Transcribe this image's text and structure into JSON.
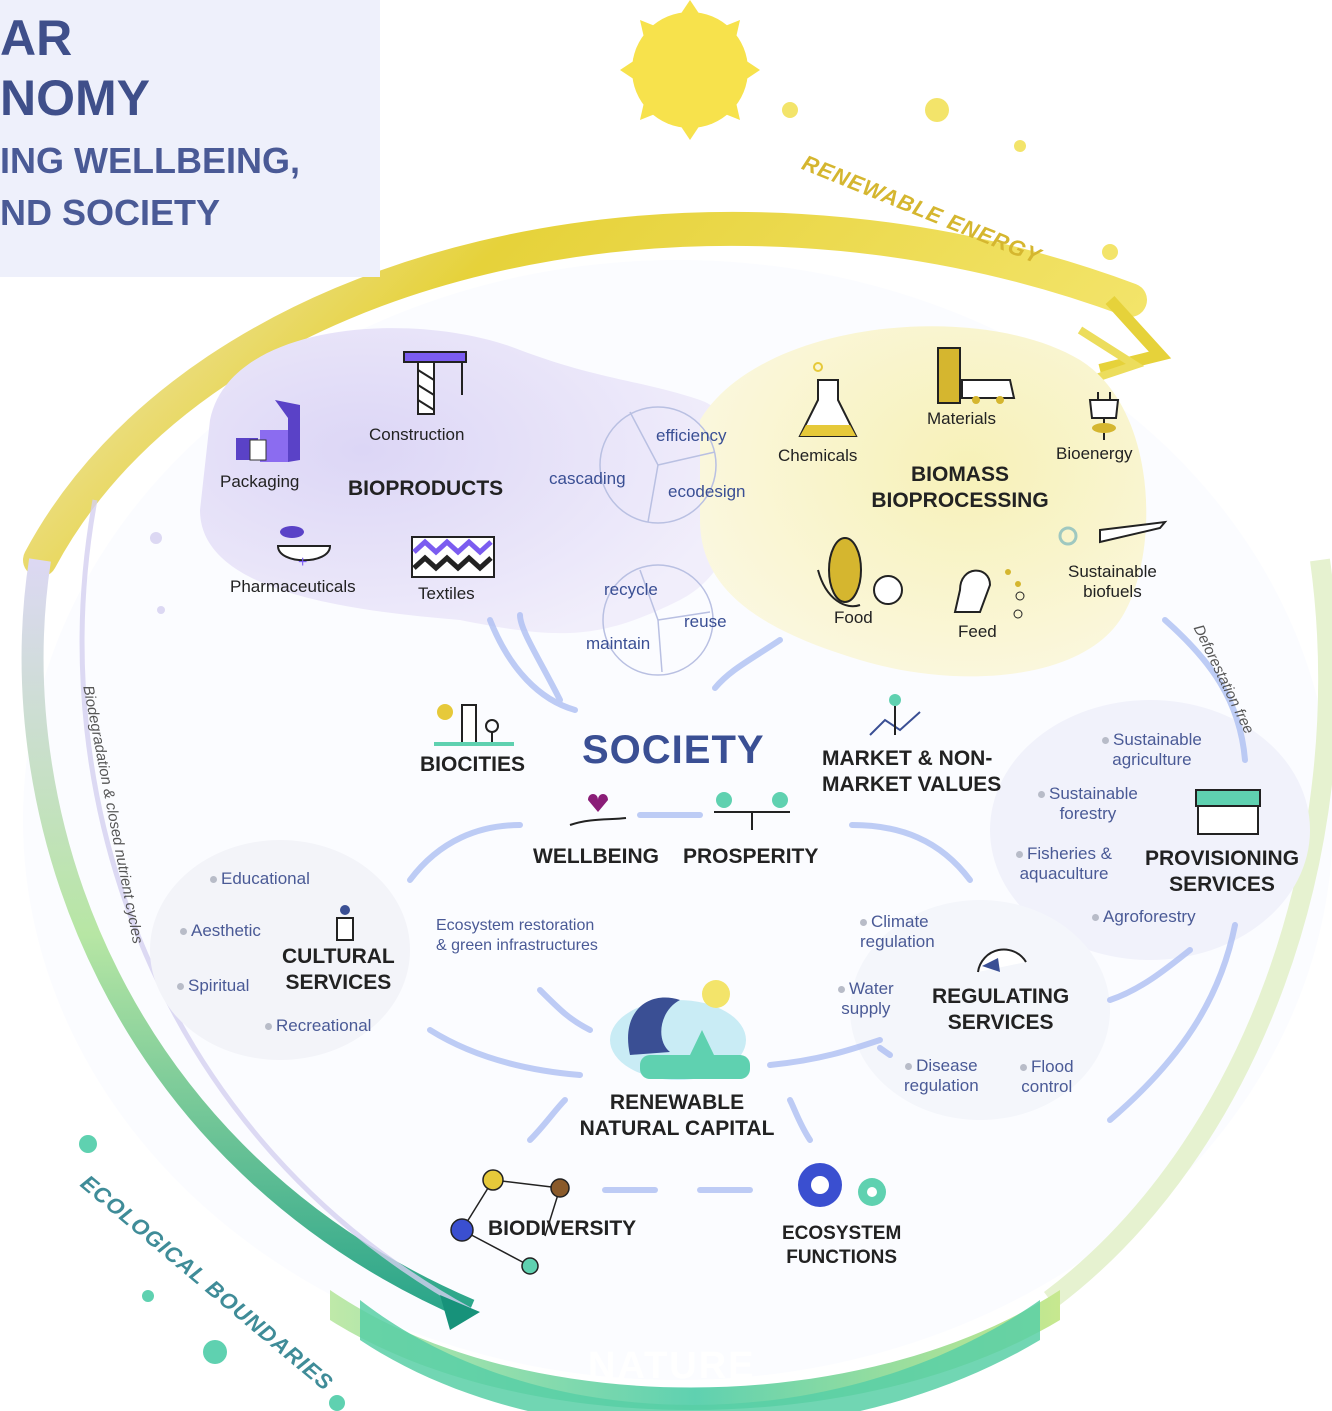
{
  "title": {
    "line1": "AR",
    "line2": "NOMY",
    "line3": "ING WELLBEING,",
    "line4": "ND SOCIETY"
  },
  "arcs": {
    "renewable_energy": "RENEWABLE ENERGY",
    "ecological_boundaries": "ECOLOGICAL BOUNDARIES",
    "biodegradation": "Biodegradation & closed nutrient cycles",
    "deforestation": "Deforestation free",
    "nature": "NATURE"
  },
  "bioproducts": {
    "header": "BIOPRODUCTS",
    "items": {
      "packaging": "Packaging",
      "construction": "Construction",
      "pharmaceuticals": "Pharmaceuticals",
      "textiles": "Textiles"
    }
  },
  "cycle_top": {
    "efficiency": "efficiency",
    "cascading": "cascading",
    "ecodesign": "ecodesign"
  },
  "cycle_mid": {
    "recycle": "recycle",
    "reuse": "reuse",
    "maintain": "maintain"
  },
  "biomass": {
    "header_line1": "BIOMASS",
    "header_line2": "BIOPROCESSING",
    "items": {
      "chemicals": "Chemicals",
      "materials": "Materials",
      "bioenergy": "Bioenergy",
      "biofuels_line1": "Sustainable",
      "biofuels_line2": "biofuels",
      "food": "Food",
      "feed": "Feed"
    }
  },
  "society": {
    "header": "SOCIETY",
    "biocities": "BIOCITIES",
    "wellbeing": "WELLBEING",
    "prosperity": "PROSPERITY",
    "market_line1": "MARKET & NON-",
    "market_line2": "MARKET VALUES"
  },
  "cultural": {
    "header_line1": "CULTURAL",
    "header_line2": "SERVICES",
    "items": {
      "educational": "Educational",
      "aesthetic": "Aesthetic",
      "spiritual": "Spiritual",
      "recreational": "Recreational"
    }
  },
  "provisioning": {
    "header_line1": "PROVISIONING",
    "header_line2": "SERVICES",
    "items": {
      "agriculture_line1": "Sustainable",
      "agriculture_line2": "agriculture",
      "forestry_line1": "Sustainable",
      "forestry_line2": "forestry",
      "fisheries_line1": "Fisheries &",
      "fisheries_line2": "aquaculture",
      "agroforestry": "Agroforestry"
    }
  },
  "regulating": {
    "header_line1": "REGULATING",
    "header_line2": "SERVICES",
    "items": {
      "climate_line1": "Climate",
      "climate_line2": "regulation",
      "water_line1": "Water",
      "water_line2": "supply",
      "disease_line1": "Disease",
      "disease_line2": "regulation",
      "flood_line1": "Flood",
      "flood_line2": "control"
    }
  },
  "capital": {
    "restoration_line1": "Ecosystem restoration",
    "restoration_line2": "& green infrastructures",
    "header_line1": "RENEWABLE",
    "header_line2": "NATURAL CAPITAL",
    "biodiversity": "BIODIVERSITY",
    "functions_line1": "ECOSYSTEM",
    "functions_line2": "FUNCTIONS"
  },
  "colors": {
    "sun": "#f7e24c",
    "energy_arc": "#e6d23a",
    "nature_band": "#5fd1b0",
    "purple_blob": "#e7e3f8",
    "yellow_blob": "#f7f3c2",
    "heading_blue": "#3a4f94"
  }
}
